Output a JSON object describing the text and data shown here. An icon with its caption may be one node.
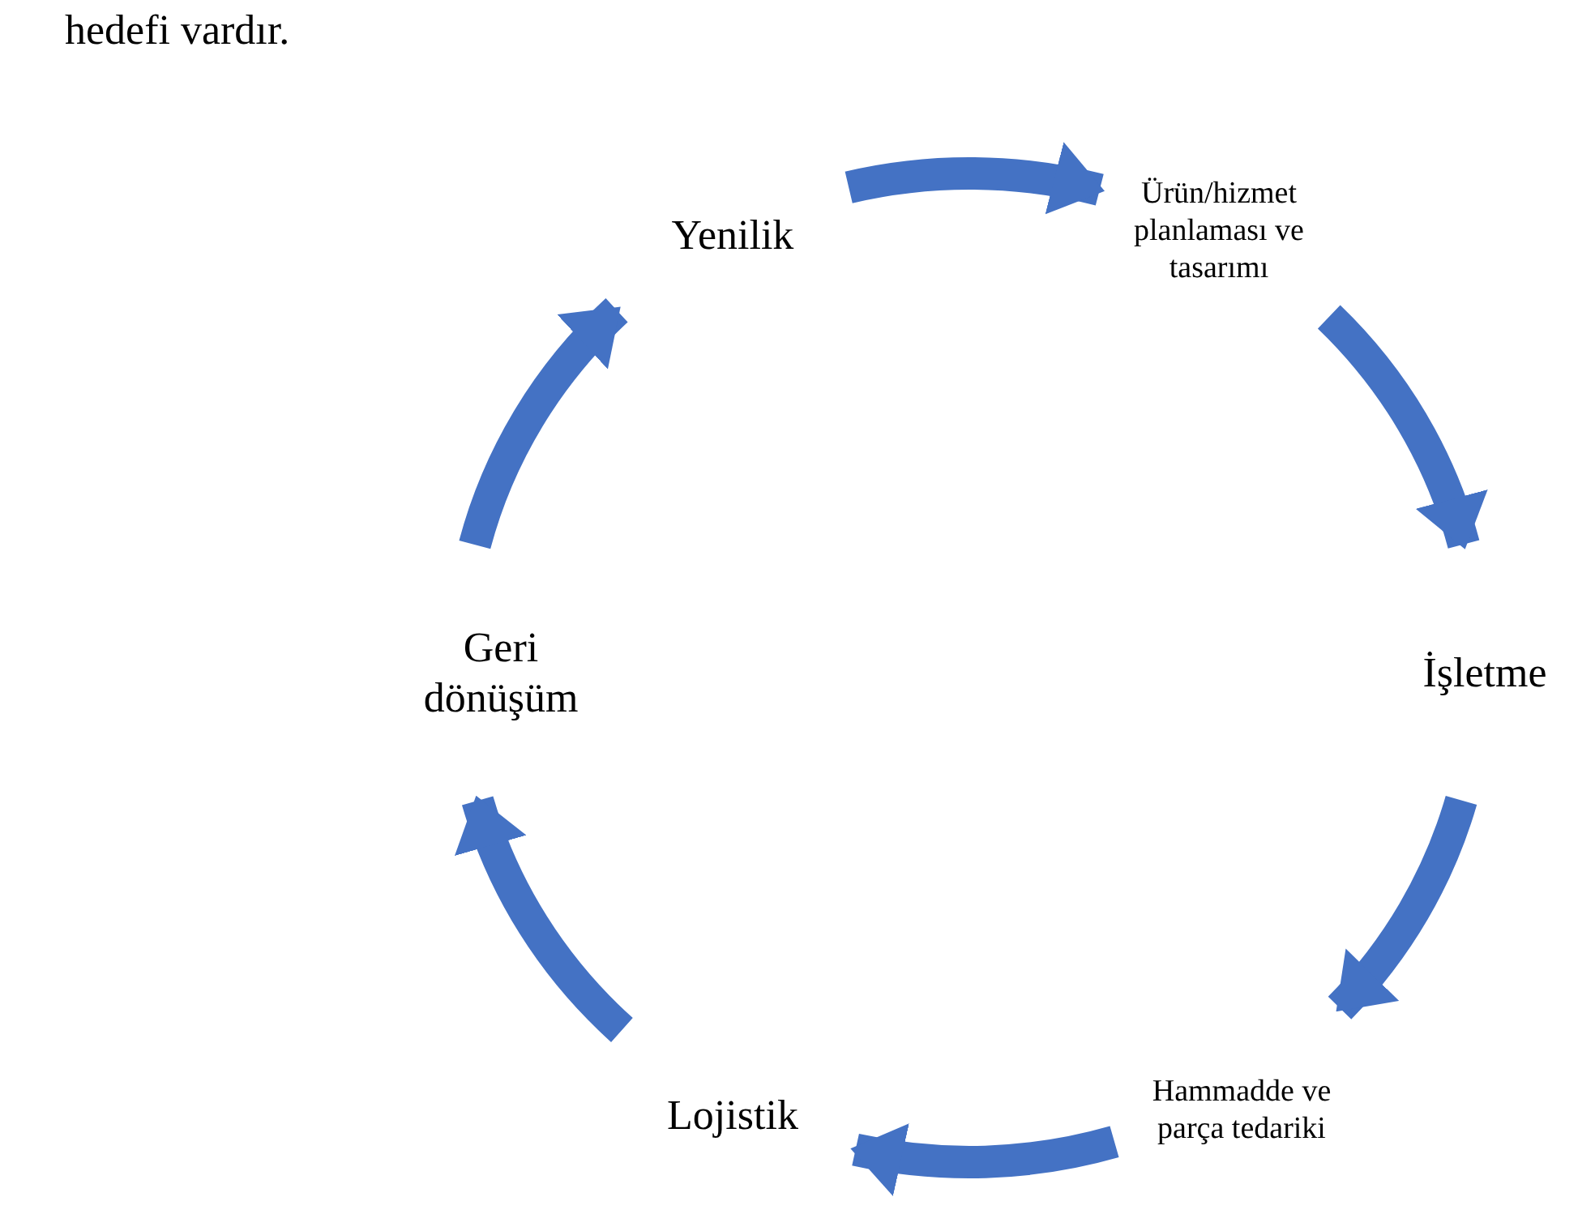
{
  "diagram": {
    "nodes": [
      {
        "text": [
          "Yenilik"
        ]
      },
      {
        "text": [
          "Ürün/hizmet planlaması ve tasarımı"
        ]
      },
      {
        "text": [
          "İşletme"
        ]
      },
      {
        "text": [
          "Hammadde ve parça tedariki"
        ]
      },
      {
        "text": [
          "Lojistik"
        ]
      },
      {
        "text": [
          "Geri dönüşüm"
        ]
      }
    ],
    "edges": [
      {
        "from": 0,
        "to": 1,
        "arrow": "to"
      },
      {
        "from": 1,
        "to": 2,
        "arrow": "to"
      },
      {
        "from": 2,
        "to": 3,
        "arrow": "to"
      },
      {
        "from": 3,
        "to": 4,
        "arrow": "to"
      },
      {
        "from": 4,
        "to": 5,
        "arrow": "to"
      },
      {
        "from": 5,
        "to": 0,
        "arrow": "to"
      }
    ],
    "labels": [
      "hedefi vardır."
    ]
  }
}
